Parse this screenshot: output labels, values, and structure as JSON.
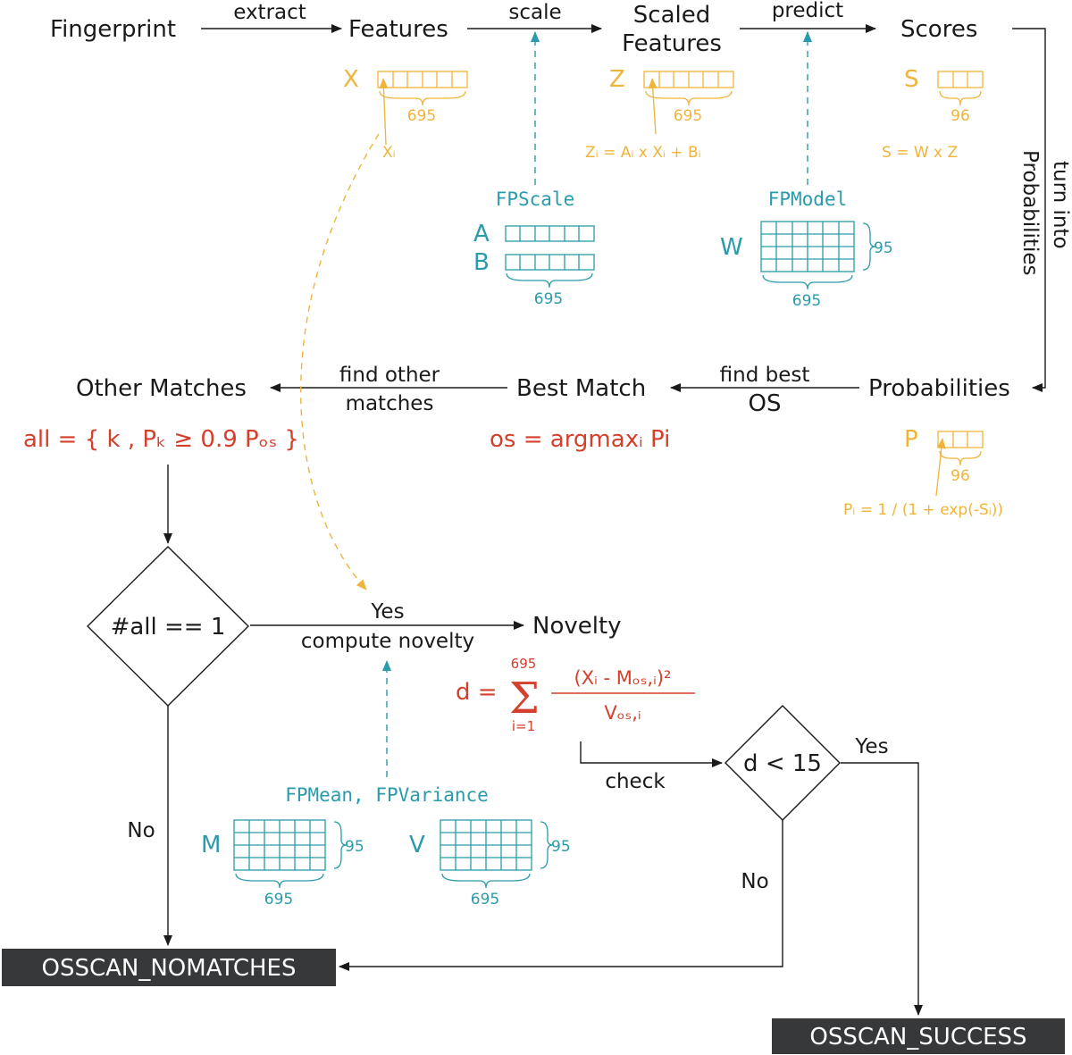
{
  "nodes": {
    "fingerprint": "Fingerprint",
    "features": "Features",
    "scaled_features_line1": "Scaled",
    "scaled_features_line2": "Features",
    "scores": "Scores",
    "probabilities": "Probabilities",
    "best_match": "Best Match",
    "other_matches": "Other Matches",
    "novelty": "Novelty"
  },
  "edges": {
    "extract": "extract",
    "scale": "scale",
    "predict": "predict",
    "turn_into_line1": "turn into",
    "turn_into_line2": "Probabilities",
    "find_best_line1": "find best",
    "find_best_line2": "OS",
    "find_other_line1": "find other",
    "find_other_line2": "matches",
    "yes_top": "Yes",
    "compute_novelty": "compute novelty",
    "no_left": "No",
    "check": "check",
    "yes_right": "Yes",
    "no_right": "No"
  },
  "vectors": {
    "x": {
      "symbol": "X",
      "size": "695",
      "element": "Xᵢ"
    },
    "z": {
      "symbol": "Z",
      "size": "695",
      "formula": "Zᵢ = Aᵢ x Xᵢ + Bᵢ"
    },
    "s": {
      "symbol": "S",
      "size": "96",
      "formula": "S = W x Z"
    },
    "p": {
      "symbol": "P",
      "size": "96",
      "formula": "Pᵢ = 1 / (1 + exp(-Sᵢ))"
    }
  },
  "models": {
    "fpscale": {
      "title": "FPScale",
      "a": "A",
      "b": "B",
      "size": "695"
    },
    "fpmodel": {
      "title": "FPModel",
      "w": "W",
      "rows": "95",
      "cols": "695"
    },
    "fpmeanvar": {
      "title": "FPMean, FPVariance",
      "m": "M",
      "v": "V",
      "rows_m": "95",
      "cols_m": "695",
      "rows_v": "95",
      "cols_v": "695"
    }
  },
  "formulas": {
    "all": "all = { k , Pₖ ≥ 0.9 Pₒₛ }",
    "os": "os = argmaxᵢ Pi",
    "d_lhs": "d =",
    "d_upper": "695",
    "d_lower": "i=1",
    "d_numerator": "(Xᵢ - Mₒₛ,ᵢ)²",
    "d_denominator": "Vₒₛ,ᵢ"
  },
  "decisions": {
    "all_eq_1": "#all == 1",
    "d_lt_15": "d < 15"
  },
  "terminals": {
    "nomatches": "OSSCAN_NOMATCHES",
    "success": "OSSCAN_SUCCESS"
  },
  "colors": {
    "orange": "#f0b43a",
    "teal": "#2a9bab",
    "red": "#d3402b",
    "ink": "#1a1a1a",
    "terminal_bg": "#37383a"
  }
}
